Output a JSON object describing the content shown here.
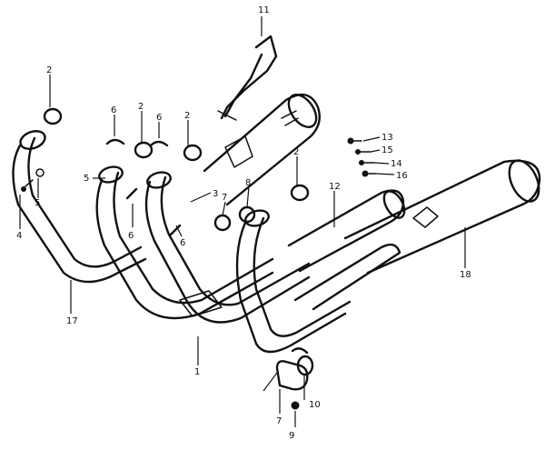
{
  "diagram": {
    "callouts": [
      {
        "id": "c1",
        "text": "1"
      },
      {
        "id": "c2a",
        "text": "2"
      },
      {
        "id": "c2b",
        "text": "2"
      },
      {
        "id": "c2c",
        "text": "2"
      },
      {
        "id": "c2d",
        "text": "2"
      },
      {
        "id": "c3",
        "text": "3"
      },
      {
        "id": "c4",
        "text": "4"
      },
      {
        "id": "c5a",
        "text": "5"
      },
      {
        "id": "c5b",
        "text": "5"
      },
      {
        "id": "c6a",
        "text": "6"
      },
      {
        "id": "c6b",
        "text": "6"
      },
      {
        "id": "c6c",
        "text": "6"
      },
      {
        "id": "c6d",
        "text": "6"
      },
      {
        "id": "c7a",
        "text": "7"
      },
      {
        "id": "c7b",
        "text": "7"
      },
      {
        "id": "c8",
        "text": "8"
      },
      {
        "id": "c9",
        "text": "9"
      },
      {
        "id": "c10",
        "text": "10"
      },
      {
        "id": "c11",
        "text": "11"
      },
      {
        "id": "c12",
        "text": "12"
      },
      {
        "id": "c13",
        "text": "13"
      },
      {
        "id": "c14",
        "text": "14"
      },
      {
        "id": "c15",
        "text": "15"
      },
      {
        "id": "c16",
        "text": "16"
      },
      {
        "id": "c17",
        "text": "17"
      },
      {
        "id": "c18",
        "text": "18"
      }
    ]
  }
}
